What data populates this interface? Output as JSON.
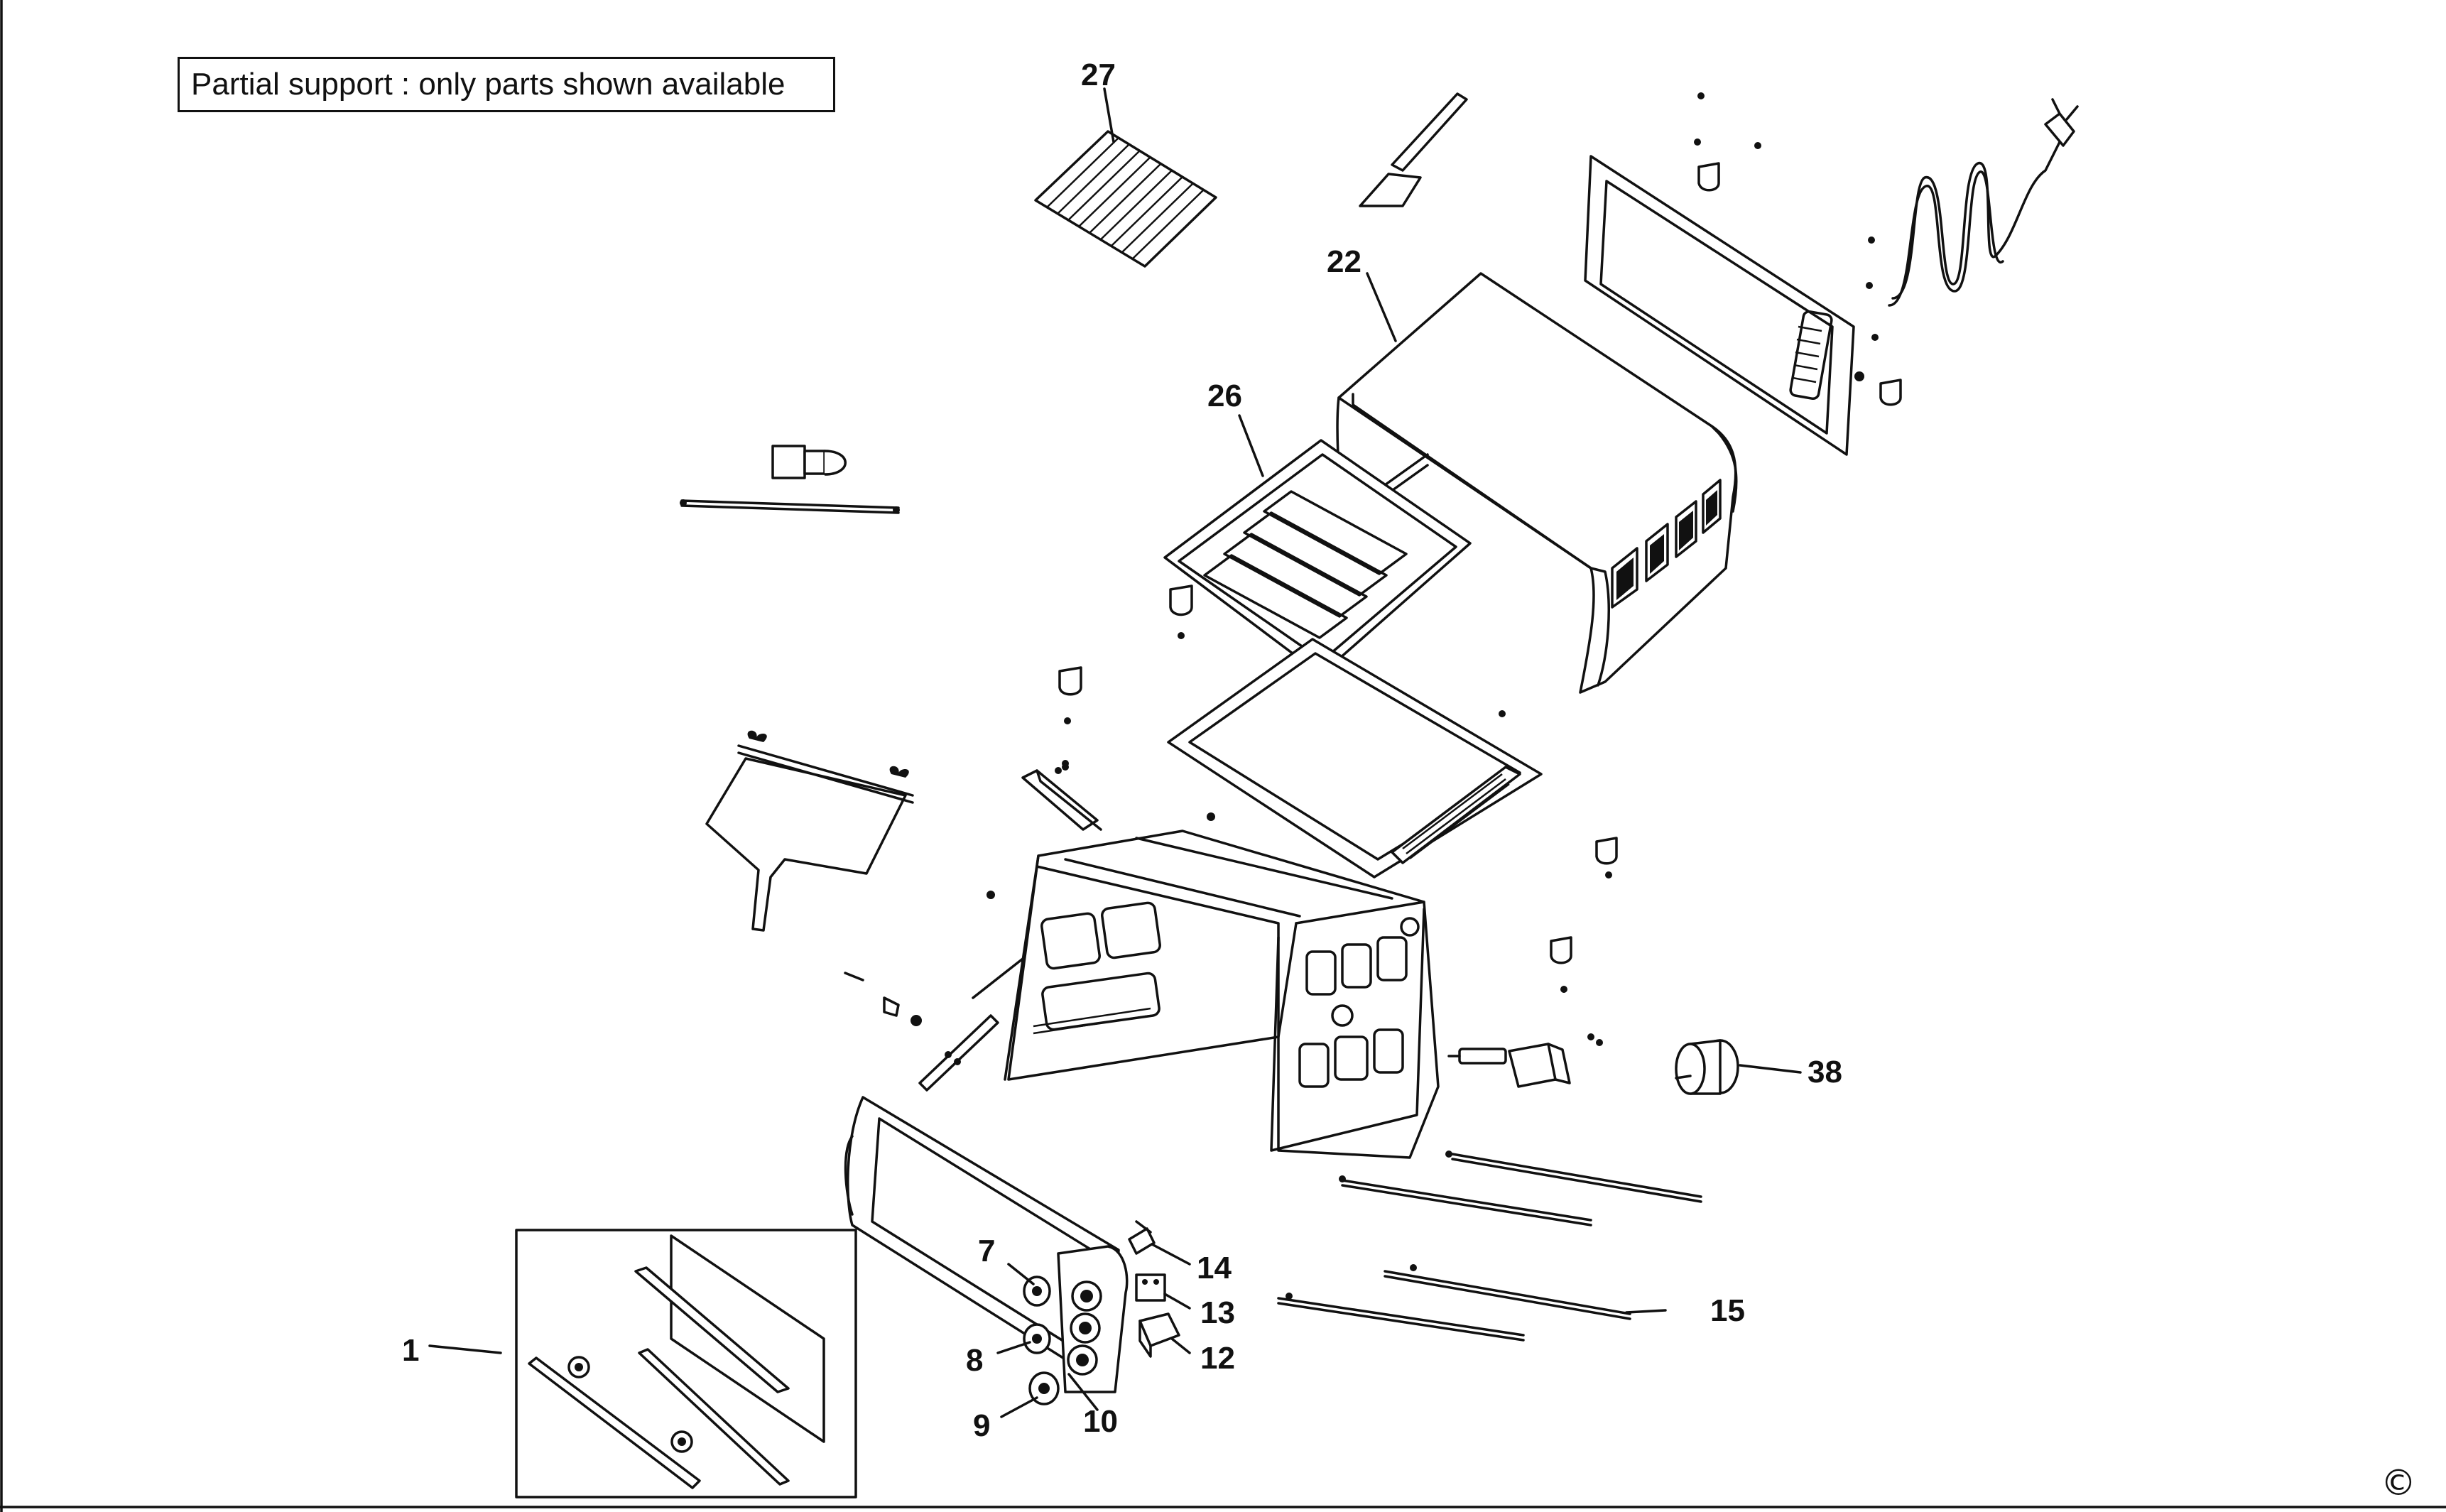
{
  "note": {
    "text": "Partial support : only parts shown available"
  },
  "labels": {
    "p1": "1",
    "p7": "7",
    "p8": "8",
    "p9": "9",
    "p10": "10",
    "p12": "12",
    "p13": "13",
    "p14": "14",
    "p15": "15",
    "p22": "22",
    "p26": "26",
    "p27": "27",
    "p38": "38"
  },
  "copyright": "©",
  "colors": {
    "ink": "#111111",
    "paper": "#ffffff"
  }
}
